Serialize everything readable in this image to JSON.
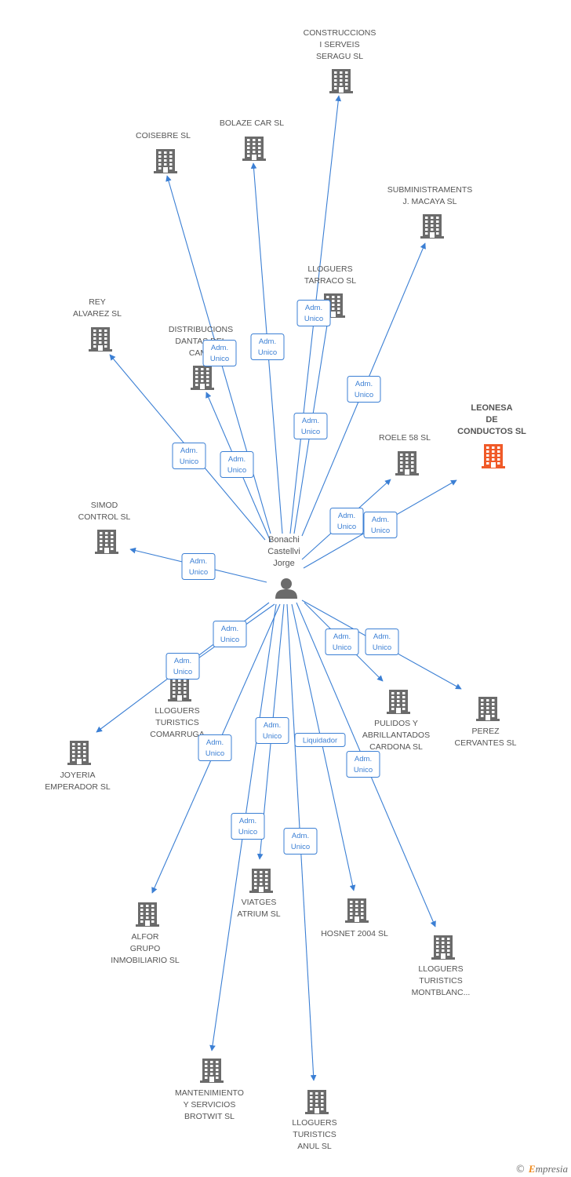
{
  "colors": {
    "edge": "#3b7fd4",
    "building": "#6b6b6b",
    "focus_building": "#f05a28",
    "person": "#6b6b6b"
  },
  "center": {
    "name_lines": [
      "Bonachi",
      "Castellvi",
      "Jorge"
    ],
    "icon": "person-icon"
  },
  "companies": [
    {
      "id": "construccions",
      "lines": [
        "CONSTRUCCIONS",
        "I SERVEIS",
        "SERAGU SL"
      ],
      "role": [
        "Adm.",
        "Unico"
      ]
    },
    {
      "id": "coisebre",
      "lines": [
        "COISEBRE SL"
      ],
      "role": [
        "Adm.",
        "Unico"
      ]
    },
    {
      "id": "bolaze",
      "lines": [
        "BOLAZE CAR SL"
      ],
      "role": [
        "Adm.",
        "Unico"
      ]
    },
    {
      "id": "subministraments",
      "lines": [
        "SUBMINISTRAMENTS",
        "J. MACAYA SL"
      ],
      "role": [
        "Adm.",
        "Unico"
      ]
    },
    {
      "id": "lloguers-tarraco",
      "lines": [
        "LLOGUERS",
        "TARRACO SL"
      ],
      "role": [
        "Adm.",
        "Unico"
      ]
    },
    {
      "id": "rey-alvarez",
      "lines": [
        "REY",
        "ALVAREZ SL"
      ],
      "role": [
        "Adm.",
        "Unico"
      ]
    },
    {
      "id": "distribucions",
      "lines": [
        "DISTRIBUCIONS",
        "DANTAS DEL",
        "CAMP"
      ],
      "role": [
        "Adm.",
        "Unico"
      ]
    },
    {
      "id": "leonesa",
      "lines": [
        "LEONESA",
        "DE",
        "CONDUCTOS SL"
      ],
      "role": [
        "Adm.",
        "Unico"
      ],
      "focus": true
    },
    {
      "id": "roele",
      "lines": [
        "ROELE 58 SL"
      ],
      "role": [
        "Adm.",
        "Unico"
      ]
    },
    {
      "id": "simod",
      "lines": [
        "SIMOD",
        "CONTROL SL"
      ],
      "role": [
        "Adm.",
        "Unico"
      ]
    },
    {
      "id": "lloguers-comarruga",
      "lines": [
        "LLOGUERS",
        "TURISTICS",
        "COMARRUGA"
      ],
      "role": [
        "Adm.",
        "Unico"
      ]
    },
    {
      "id": "joyeria",
      "lines": [
        "JOYERIA",
        "EMPERADOR SL"
      ],
      "role": [
        "Adm.",
        "Unico"
      ]
    },
    {
      "id": "pulidos",
      "lines": [
        "PULIDOS Y",
        "ABRILLANTADOS",
        "CARDONA SL"
      ],
      "role": [
        "Adm.",
        "Unico"
      ]
    },
    {
      "id": "perez",
      "lines": [
        "PEREZ",
        "CERVANTES SL"
      ],
      "role": [
        "Adm.",
        "Unico"
      ]
    },
    {
      "id": "alfor",
      "lines": [
        "ALFOR",
        "GRUPO",
        "INMOBILIARIO SL"
      ],
      "role": [
        "Adm.",
        "Unico"
      ]
    },
    {
      "id": "viatges",
      "lines": [
        "VIATGES",
        "ATRIUM SL"
      ],
      "role": [
        "Adm.",
        "Unico"
      ]
    },
    {
      "id": "hosnet",
      "lines": [
        "HOSNET 2004 SL"
      ],
      "role": [
        "Liquidador"
      ]
    },
    {
      "id": "lloguers-montblanc",
      "lines": [
        "LLOGUERS",
        "TURISTICS",
        "MONTBLANC..."
      ],
      "role": [
        "Adm.",
        "Unico"
      ]
    },
    {
      "id": "mantenimiento",
      "lines": [
        "MANTENIMIENTO",
        "Y SERVICIOS",
        "BROTWIT SL"
      ],
      "role": [
        "Adm.",
        "Unico"
      ]
    },
    {
      "id": "lloguers-anul",
      "lines": [
        "LLOGUERS",
        "TURISTICS",
        "ANUL SL"
      ],
      "role": [
        "Adm.",
        "Unico"
      ]
    }
  ],
  "footer": {
    "copyright": "©",
    "brand_initial": "E",
    "brand_rest": "mpresia"
  }
}
